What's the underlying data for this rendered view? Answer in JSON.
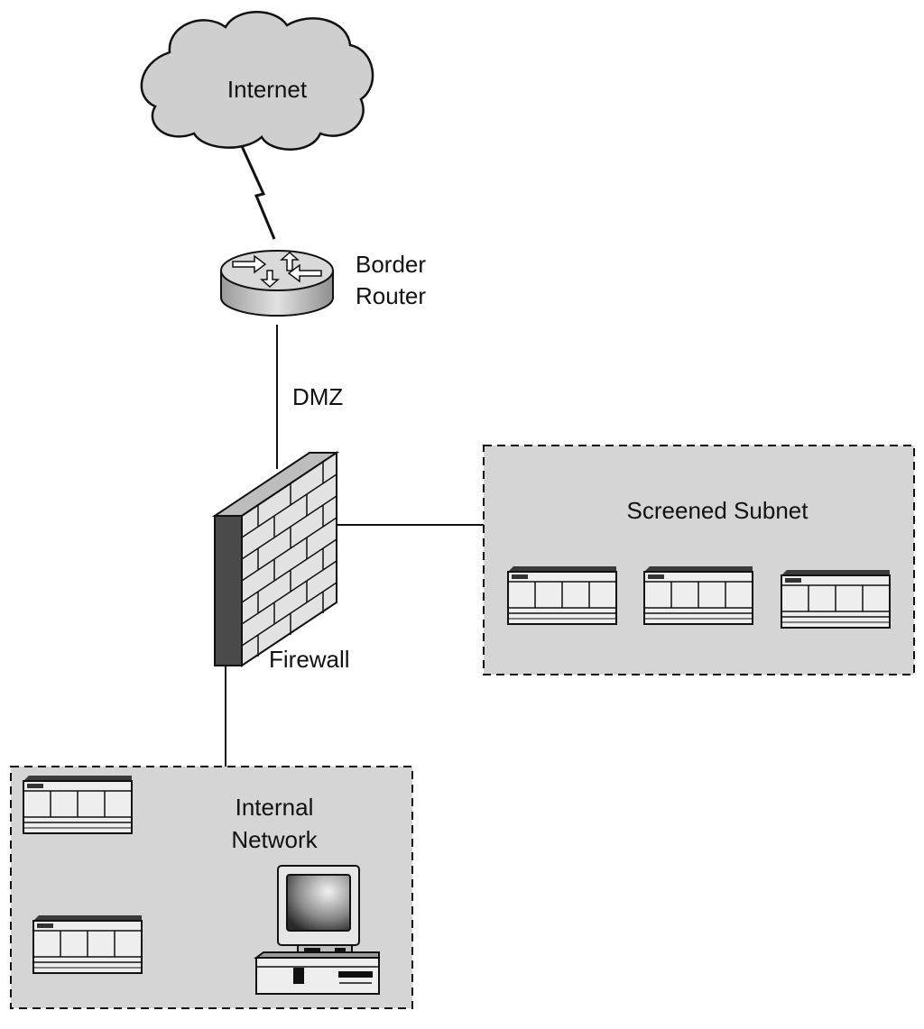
{
  "labels": {
    "internet": "Internet",
    "router_line1": "Border",
    "router_line2": "Router",
    "dmz": "DMZ",
    "firewall": "Firewall",
    "screened_subnet": "Screened Subnet",
    "internal_line1": "Internal",
    "internal_line2": "Network"
  },
  "icons": {
    "cloud": "cloud-icon",
    "router": "router-icon",
    "firewall": "firewall-icon",
    "server": "server-icon",
    "workstation": "workstation-icon"
  },
  "colors": {
    "line": "#111111",
    "zone_fill": "#d5d5d5",
    "device_fill": "#e6e6e6",
    "cloud_fill": "#cfcfcf"
  }
}
